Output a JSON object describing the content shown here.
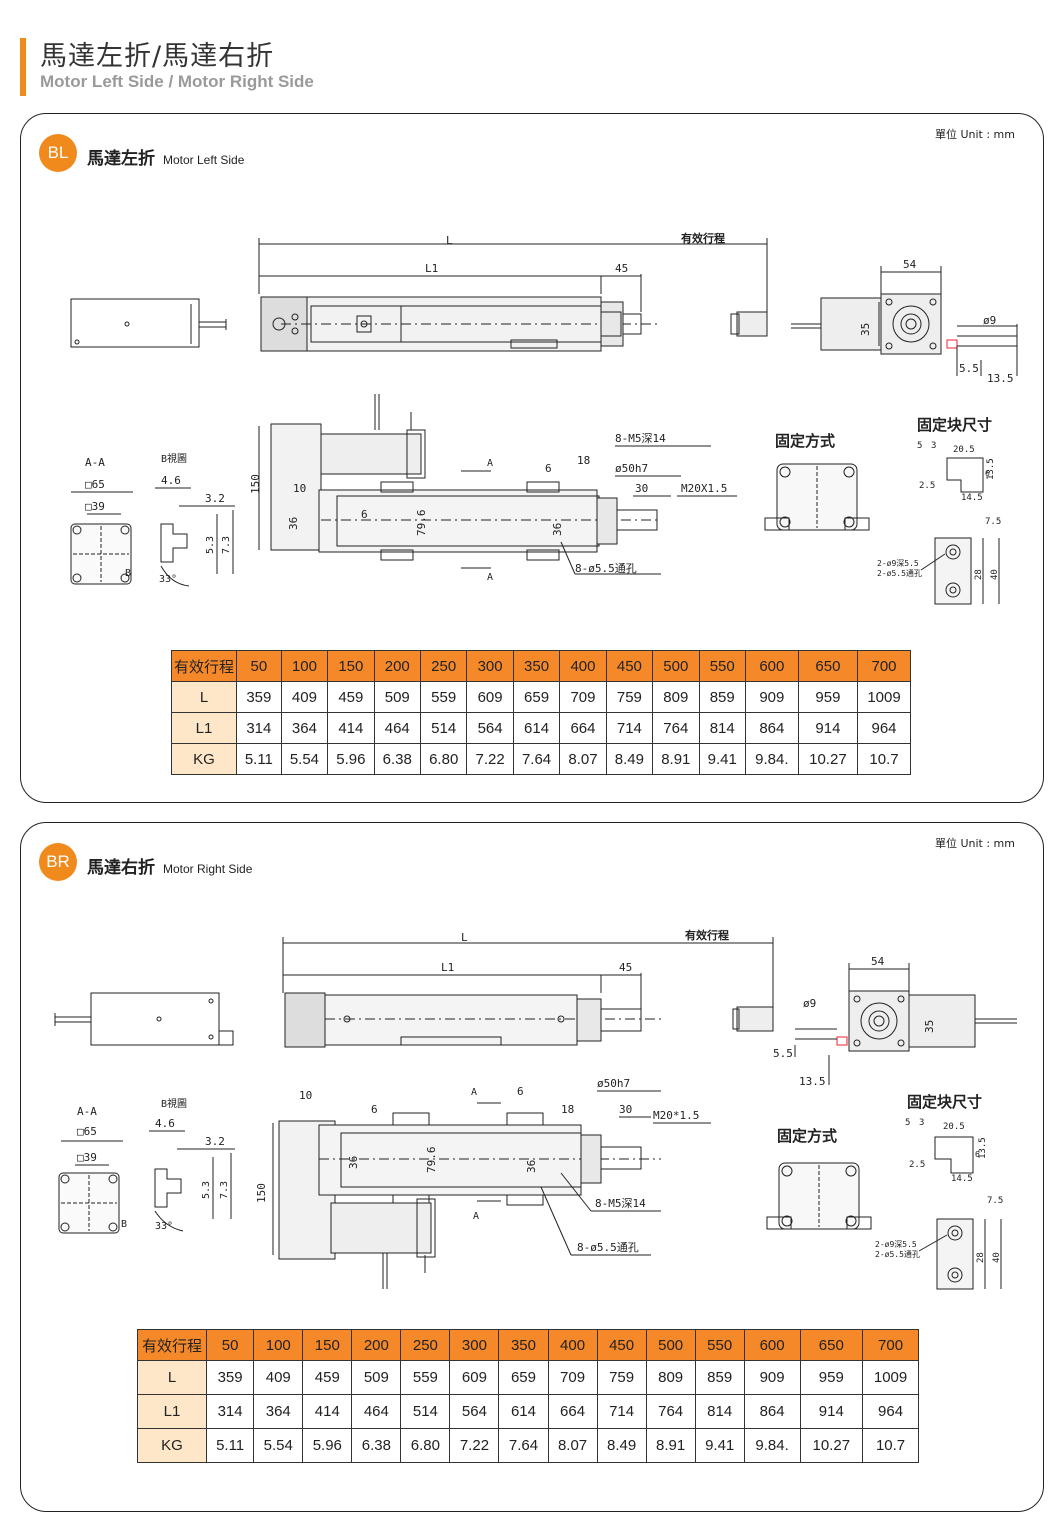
{
  "header": {
    "title": "馬達左折/馬達右折",
    "subtitle": "Motor Left Side / Motor Right Side"
  },
  "sections": [
    {
      "badge": "BL",
      "title": "馬達左折",
      "title_en": "Motor Left Side",
      "unit": "單位 Unit : mm",
      "labels": {
        "L": "L",
        "L1": "L1",
        "d45": "45",
        "stroke": "有效行程",
        "d54": "54",
        "d35": "35",
        "phi9": "ø9",
        "d5_5": "5.5",
        "d13_5": "13.5",
        "aa": "A-A",
        "sq65": "□65",
        "sq39": "□39",
        "bview": "B視圖",
        "d4_6": "4.6",
        "d3_2": "3.2",
        "d5_3": "5.3",
        "d7_3": "7.3",
        "a33": "33°",
        "B": "B",
        "d150": "150",
        "d10": "10",
        "d36": "36",
        "d6": "6",
        "d79_6": "79.6",
        "A": "A",
        "d18": "18",
        "phi50": "ø50h7",
        "d30": "30",
        "m20": "M20X1.5",
        "m5": "8-M5深14",
        "hole": "8-ø5.5通孔",
        "mount": "固定方式",
        "block": "固定块尺寸",
        "b5": "5",
        "b3": "3",
        "b20_5": "20.5",
        "b2_5": "2.5",
        "b13_5": "13.5",
        "b14_5": "14.5",
        "b6": "6",
        "b7_5": "7.5",
        "b28": "28",
        "b40": "40",
        "cb1": "2-ø9深5.5",
        "cb2": "2-ø5.5通孔"
      },
      "table": {
        "corner": "有效行程",
        "strokes": [
          "50",
          "100",
          "150",
          "200",
          "250",
          "300",
          "350",
          "400",
          "450",
          "500",
          "550",
          "600",
          "650",
          "700"
        ],
        "rows": [
          {
            "name": "L",
            "values": [
              "359",
              "409",
              "459",
              "509",
              "559",
              "609",
              "659",
              "709",
              "759",
              "809",
              "859",
              "909",
              "959",
              "1009"
            ]
          },
          {
            "name": "L1",
            "values": [
              "314",
              "364",
              "414",
              "464",
              "514",
              "564",
              "614",
              "664",
              "714",
              "764",
              "814",
              "864",
              "914",
              "964"
            ]
          },
          {
            "name": "KG",
            "values": [
              "5.11",
              "5.54",
              "5.96",
              "6.38",
              "6.80",
              "7.22",
              "7.64",
              "8.07",
              "8.49",
              "8.91",
              "9.41",
              "9.84.",
              "10.27",
              "10.7"
            ]
          }
        ]
      }
    },
    {
      "badge": "BR",
      "title": "馬達右折",
      "title_en": "Motor Right Side",
      "unit": "單位 Unit : mm",
      "labels": {
        "L": "L",
        "L1": "L1",
        "d45": "45",
        "stroke": "有效行程",
        "d54": "54",
        "d35": "35",
        "phi9": "ø9",
        "d5_5": "5.5",
        "d13_5": "13.5",
        "aa": "A-A",
        "sq65": "□65",
        "sq39": "□39",
        "bview": "B視圖",
        "d4_6": "4.6",
        "d3_2": "3.2",
        "d5_3": "5.3",
        "d7_3": "7.3",
        "a33": "33°",
        "B": "B",
        "d150": "150",
        "d10": "10",
        "d36": "36",
        "d6": "6",
        "d79_6": "79.6",
        "A": "A",
        "d18": "18",
        "phi50": "ø50h7",
        "d30": "30",
        "m20": "M20*1.5",
        "m5": "8-M5深14",
        "hole": "8-ø5.5通孔",
        "mount": "固定方式",
        "block": "固定块尺寸",
        "b5": "5",
        "b3": "3",
        "b20_5": "20.5",
        "b2_5": "2.5",
        "b13_5": "13.5",
        "b14_5": "14.5",
        "b6": "6",
        "b7_5": "7.5",
        "b28": "28",
        "b40": "40",
        "cb1": "2-ø9深5.5",
        "cb2": "2-ø5.5通孔"
      },
      "table": {
        "corner": "有效行程",
        "strokes": [
          "50",
          "100",
          "150",
          "200",
          "250",
          "300",
          "350",
          "400",
          "450",
          "500",
          "550",
          "600",
          "650",
          "700"
        ],
        "rows": [
          {
            "name": "L",
            "values": [
              "359",
              "409",
              "459",
              "509",
              "559",
              "609",
              "659",
              "709",
              "759",
              "809",
              "859",
              "909",
              "959",
              "1009"
            ]
          },
          {
            "name": "L1",
            "values": [
              "314",
              "364",
              "414",
              "464",
              "514",
              "564",
              "614",
              "664",
              "714",
              "764",
              "814",
              "864",
              "914",
              "964"
            ]
          },
          {
            "name": "KG",
            "values": [
              "5.11",
              "5.54",
              "5.96",
              "6.38",
              "6.80",
              "7.22",
              "7.64",
              "8.07",
              "8.49",
              "8.91",
              "9.41",
              "9.84.",
              "10.27",
              "10.7"
            ]
          }
        ]
      }
    }
  ]
}
